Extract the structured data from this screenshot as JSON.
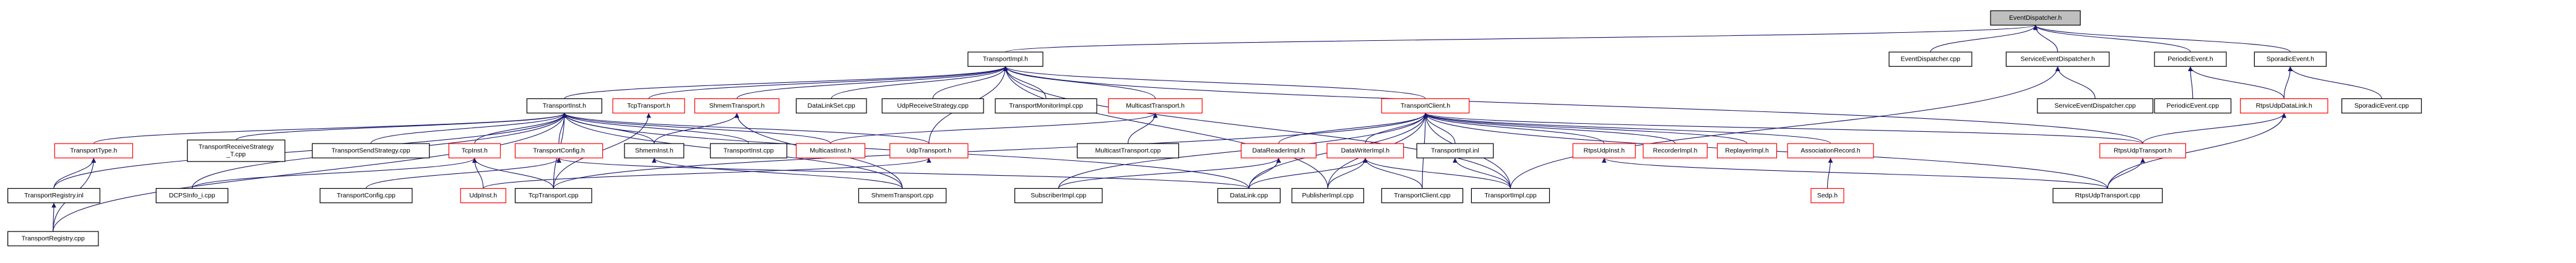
{
  "diagram": {
    "colors": {
      "edge": "#191970",
      "normal_border": "#000000",
      "missing_border": "#ff0000",
      "root_fill": "#bfbfbf",
      "node_fill": "#ffffff"
    },
    "nodes": [
      {
        "id": "n0",
        "label": "EventDispatcher.h",
        "root": true
      },
      {
        "id": "n1",
        "label": "TransportImpl.h"
      },
      {
        "id": "n2",
        "label": "EventDispatcher.cpp"
      },
      {
        "id": "n3",
        "label": "ServiceEventDispatcher.h"
      },
      {
        "id": "n4",
        "label": "PeriodicEvent.h"
      },
      {
        "id": "n5",
        "label": "SporadicEvent.h"
      },
      {
        "id": "n6",
        "label": "TransportInst.h"
      },
      {
        "id": "n7",
        "label": "TcpTransport.h",
        "missing": true
      },
      {
        "id": "n8",
        "label": "ShmemTransport.h",
        "missing": true
      },
      {
        "id": "n9",
        "label": "DataLinkSet.cpp"
      },
      {
        "id": "n10",
        "label": "UdpReceiveStrategy.cpp"
      },
      {
        "id": "n11",
        "label": "TransportMonitorImpl.cpp"
      },
      {
        "id": "n12",
        "label": "MulticastTransport.h",
        "missing": true
      },
      {
        "id": "n13",
        "label": "TransportClient.h",
        "missing": true
      },
      {
        "id": "n14",
        "label": "ServiceEventDispatcher.cpp"
      },
      {
        "id": "n15",
        "label": "PeriodicEvent.cpp"
      },
      {
        "id": "n16",
        "label": "RtpsUdpDataLink.h",
        "missing": true
      },
      {
        "id": "n17",
        "label": "SporadicEvent.cpp"
      },
      {
        "id": "n18",
        "label": "TransportType.h",
        "missing": true
      },
      {
        "id": "n19",
        "label": "TransportReceiveStrategy\n_T.cpp"
      },
      {
        "id": "n20",
        "label": "TransportSendStrategy.cpp"
      },
      {
        "id": "n21",
        "label": "TcpInst.h",
        "missing": true
      },
      {
        "id": "n22",
        "label": "TransportConfig.h",
        "missing": true
      },
      {
        "id": "n23",
        "label": "ShmemInst.h"
      },
      {
        "id": "n24",
        "label": "TransportInst.cpp"
      },
      {
        "id": "n25",
        "label": "MulticastInst.h",
        "missing": true
      },
      {
        "id": "n26",
        "label": "UdpTransport.h",
        "missing": true
      },
      {
        "id": "n27",
        "label": "MulticastTransport.cpp"
      },
      {
        "id": "n28",
        "label": "DataReaderImpl.h",
        "missing": true
      },
      {
        "id": "n29",
        "label": "DataWriterImpl.h",
        "missing": true
      },
      {
        "id": "n30",
        "label": "TransportImpl.inl"
      },
      {
        "id": "n31",
        "label": "RtpsUdpInst.h",
        "missing": true
      },
      {
        "id": "n32",
        "label": "RecorderImpl.h",
        "missing": true
      },
      {
        "id": "n33",
        "label": "ReplayerImpl.h",
        "missing": true
      },
      {
        "id": "n34",
        "label": "AssociationRecord.h",
        "missing": true
      },
      {
        "id": "n35",
        "label": "RtpsUdpTransport.h",
        "missing": true
      },
      {
        "id": "n36",
        "label": "TransportRegistry.inl"
      },
      {
        "id": "n37",
        "label": "DCPSInfo_i.cpp"
      },
      {
        "id": "n38",
        "label": "TransportConfig.cpp"
      },
      {
        "id": "n39",
        "label": "UdpInst.h",
        "missing": true
      },
      {
        "id": "n40",
        "label": "TcpTransport.cpp"
      },
      {
        "id": "n41",
        "label": "ShmemTransport.cpp"
      },
      {
        "id": "n42",
        "label": "SubscriberImpl.cpp"
      },
      {
        "id": "n43",
        "label": "DataLink.cpp"
      },
      {
        "id": "n44",
        "label": "PublisherImpl.cpp"
      },
      {
        "id": "n45",
        "label": "TransportClient.cpp"
      },
      {
        "id": "n46",
        "label": "TransportImpl.cpp"
      },
      {
        "id": "n47",
        "label": "Sedp.h",
        "missing": true
      },
      {
        "id": "n48",
        "label": "RtpsUdpTransport.cpp"
      },
      {
        "id": "n49",
        "label": "TransportRegistry.cpp"
      }
    ],
    "edges": [
      [
        "n0",
        "n1"
      ],
      [
        "n0",
        "n2"
      ],
      [
        "n0",
        "n3"
      ],
      [
        "n0",
        "n4"
      ],
      [
        "n0",
        "n5"
      ],
      [
        "n1",
        "n6"
      ],
      [
        "n1",
        "n7"
      ],
      [
        "n1",
        "n8"
      ],
      [
        "n1",
        "n9"
      ],
      [
        "n1",
        "n10"
      ],
      [
        "n1",
        "n11"
      ],
      [
        "n1",
        "n12"
      ],
      [
        "n1",
        "n13"
      ],
      [
        "n1",
        "n26"
      ],
      [
        "n1",
        "n44"
      ],
      [
        "n1",
        "n46"
      ],
      [
        "n1",
        "n35"
      ],
      [
        "n3",
        "n14"
      ],
      [
        "n3",
        "n46"
      ],
      [
        "n4",
        "n15"
      ],
      [
        "n4",
        "n16"
      ],
      [
        "n5",
        "n16"
      ],
      [
        "n5",
        "n17"
      ],
      [
        "n6",
        "n18"
      ],
      [
        "n6",
        "n19"
      ],
      [
        "n6",
        "n20"
      ],
      [
        "n6",
        "n21"
      ],
      [
        "n6",
        "n22"
      ],
      [
        "n6",
        "n23"
      ],
      [
        "n6",
        "n24"
      ],
      [
        "n6",
        "n25"
      ],
      [
        "n6",
        "n26"
      ],
      [
        "n6",
        "n36"
      ],
      [
        "n6",
        "n49"
      ],
      [
        "n6",
        "n37"
      ],
      [
        "n6",
        "n40"
      ],
      [
        "n6",
        "n41"
      ],
      [
        "n6",
        "n43"
      ],
      [
        "n7",
        "n40"
      ],
      [
        "n8",
        "n23"
      ],
      [
        "n8",
        "n41"
      ],
      [
        "n12",
        "n27"
      ],
      [
        "n12",
        "n25"
      ],
      [
        "n13",
        "n28"
      ],
      [
        "n13",
        "n29"
      ],
      [
        "n13",
        "n30"
      ],
      [
        "n13",
        "n31"
      ],
      [
        "n13",
        "n32"
      ],
      [
        "n13",
        "n33"
      ],
      [
        "n13",
        "n34"
      ],
      [
        "n13",
        "n35"
      ],
      [
        "n13",
        "n43"
      ],
      [
        "n13",
        "n45"
      ],
      [
        "n13",
        "n46"
      ],
      [
        "n13",
        "n48"
      ],
      [
        "n13",
        "n44"
      ],
      [
        "n13",
        "n42"
      ],
      [
        "n13",
        "n40"
      ],
      [
        "n16",
        "n35"
      ],
      [
        "n16",
        "n48"
      ],
      [
        "n18",
        "n36"
      ],
      [
        "n18",
        "n49"
      ],
      [
        "n21",
        "n39"
      ],
      [
        "n21",
        "n40"
      ],
      [
        "n21",
        "n37"
      ],
      [
        "n22",
        "n38"
      ],
      [
        "n22",
        "n43"
      ],
      [
        "n23",
        "n41"
      ],
      [
        "n26",
        "n39"
      ],
      [
        "n28",
        "n42"
      ],
      [
        "n28",
        "n43"
      ],
      [
        "n29",
        "n43"
      ],
      [
        "n29",
        "n44"
      ],
      [
        "n29",
        "n45"
      ],
      [
        "n29",
        "n46"
      ],
      [
        "n30",
        "n46"
      ],
      [
        "n31",
        "n48"
      ],
      [
        "n34",
        "n47"
      ],
      [
        "n35",
        "n48"
      ],
      [
        "n36",
        "n49"
      ]
    ]
  }
}
